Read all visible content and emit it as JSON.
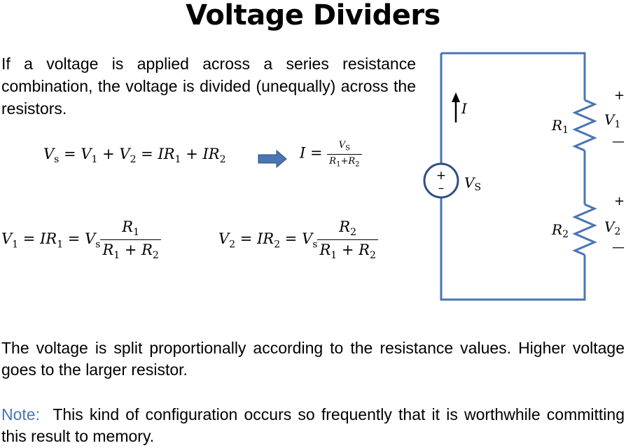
{
  "title": "Voltage Dividers",
  "intro": "If a voltage is applied across a series resistance combination, the voltage is divided (unequally) across the resistors.",
  "equations": {
    "eq1": "Vₛ = V₁ + V₂ = IR₁ + IR₂",
    "eq2": "I = Vₛ / (R₁+R₂)",
    "eq3": "V₁ = IR₁ = Vₛ R₁ / (R₁ + R₂)",
    "eq4": "V₂ = IR₂ = Vₛ R₂ / (R₁ + R₂)"
  },
  "circuit": {
    "current_label": "I",
    "source_label": "V",
    "source_sub": "S",
    "source_plus": "+",
    "source_minus": "–",
    "r1_label": "R",
    "r1_sub": "1",
    "r2_label": "R",
    "r2_sub": "2",
    "v1_label": "V",
    "v1_sub": "1",
    "v2_label": "V",
    "v2_sub": "2",
    "plus": "+",
    "minus": "—",
    "wire_color": "#4a74b4"
  },
  "paragraph": "The voltage is split proportionally according to the resistance values. Higher voltage goes to the larger resistor.",
  "note": {
    "label": "Note:",
    "text": "This kind of configuration occurs so frequently that it is worthwhile committing this result to memory."
  }
}
